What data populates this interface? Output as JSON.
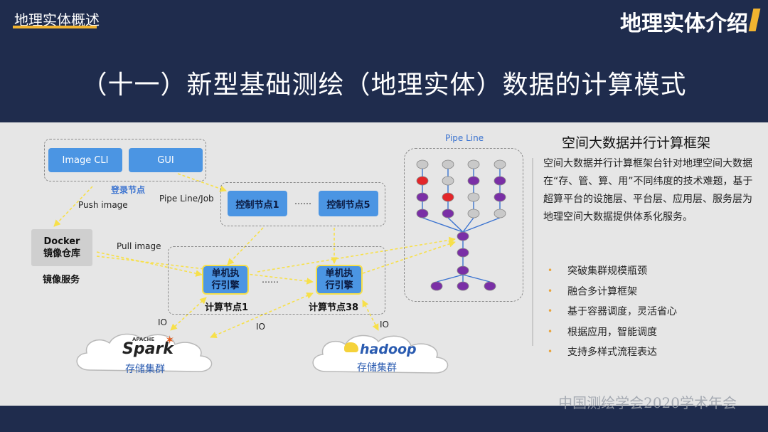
{
  "header": {
    "section_label": "地理实体概述",
    "corner_title": "地理实体介绍",
    "page_title": "（十一）新型基础测绘（地理实体）数据的计算模式",
    "accent_color": "#f2b430"
  },
  "diagram": {
    "login": {
      "image_cli": "Image CLI",
      "gui": "GUI",
      "caption": "登录节点"
    },
    "pipeline_job_label": "Pipe Line/Job",
    "push_image_label": "Push image",
    "pull_image_label": "Pull image",
    "control_nodes": {
      "first": "控制节点1",
      "ellipsis": "……",
      "last": "控制节点5"
    },
    "docker": {
      "line1": "Docker",
      "line2": "镜像仓库",
      "caption": "镜像服务"
    },
    "compute_nodes": {
      "engine_line1": "单机执",
      "engine_line2": "行引擎",
      "ellipsis": "……",
      "first_caption": "计算节点1",
      "last_caption": "计算节点38"
    },
    "io_labels": [
      "IO",
      "IO",
      "IO"
    ],
    "storage": {
      "spark_brand": "Spark",
      "spark_small": "APACHE",
      "spark_caption": "存储集群",
      "hadoop_brand": "hadoop",
      "hadoop_caption": "存储集群"
    },
    "pipeline_title": "Pipe Line"
  },
  "panel": {
    "title": "空间大数据并行计算框架",
    "description": "空间大数据并行计算框架台针对地理空间大数据在“存、管、算、用”不同纬度的技术难题，基于超算平台的设施层、平台层、应用层、服务层为地理空间大数据提供体系化服务。",
    "bullets": [
      "突破集群规模瓶颈",
      "融合多计算框架",
      "基于容器调度，灵活省心",
      "根据应用，智能调度",
      "支持多样式流程表达"
    ]
  },
  "footer": {
    "watermark": "中国测绘学会2020学术年会"
  },
  "colors": {
    "header_bg": "#1f2c4d",
    "content_bg": "#e6e6e6",
    "node_blue": "#4b95e3",
    "arrow_yellow": "#f7e04a",
    "dag_purple": "#7a2fa6",
    "dag_red": "#e3262a",
    "dag_grey": "#c9c9c9"
  }
}
